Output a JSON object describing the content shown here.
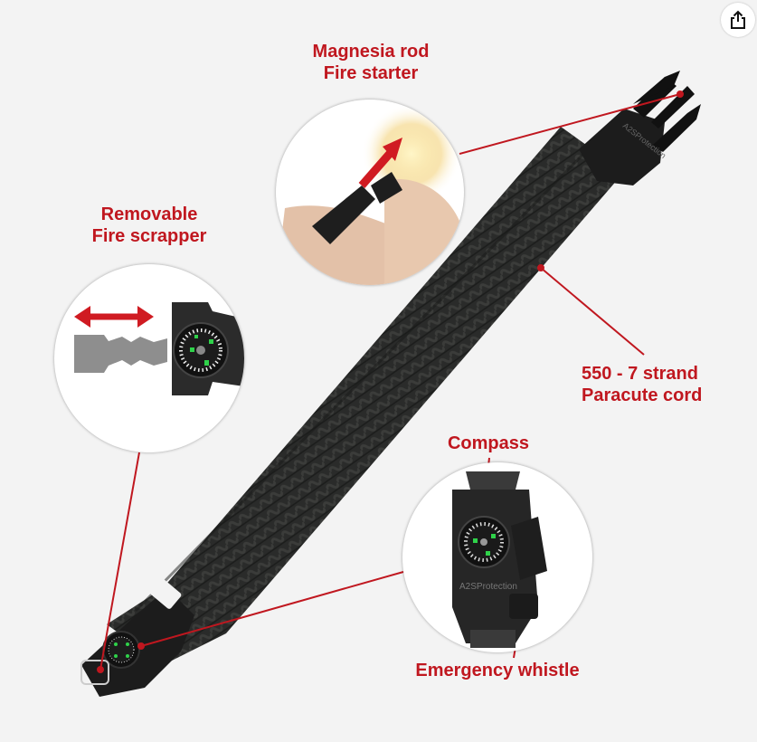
{
  "product": {
    "subject": "Paracord survival bracelet",
    "brand_marking": "A2S Protection"
  },
  "toolbar": {
    "share_icon": "share-icon"
  },
  "callouts": {
    "magnesia": {
      "line1": "Magnesia rod",
      "line2": "Fire starter"
    },
    "scrapper": {
      "line1": "Removable",
      "line2": "Fire scrapper"
    },
    "cord": {
      "line1": "550 - 7 strand",
      "line2": "Paracute cord"
    },
    "compass": {
      "line1": "Compass"
    },
    "whistle": {
      "line1": "Emergency whistle"
    }
  },
  "colors": {
    "background": "#f3f3f3",
    "accent_red": "#c0171f",
    "cord": "#2a2b2a",
    "compass_green": "#2fd24a"
  }
}
